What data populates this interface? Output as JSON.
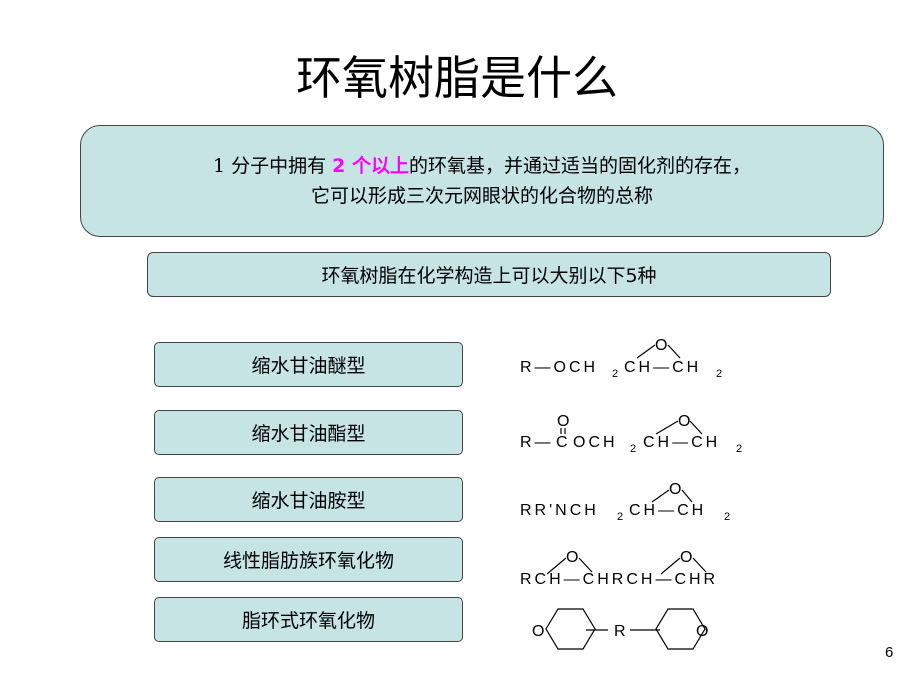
{
  "title": "环氧树脂是什么",
  "definition": {
    "line1_pre": "1 分子中拥有 ",
    "line1_highlight": "2 个以上",
    "line1_post": "的环氧基，并通过适当的固化剂的存在，",
    "line2": "它可以形成三次元网眼状的化合物的总称",
    "highlight_color": "#ff00ff"
  },
  "subtitle": "环氧树脂在化学构造上可以大别以下5种",
  "types": [
    {
      "label": "缩水甘油醚型"
    },
    {
      "label": "缩水甘油酯型"
    },
    {
      "label": "缩水甘油胺型"
    },
    {
      "label": "线性脂肪族环氧化物"
    },
    {
      "label": "脂环式环氧化物"
    }
  ],
  "formulas": {
    "f1": {
      "a": "R—OCH",
      "s1": "2",
      "b": "CH—CH",
      "s2": "2",
      "o": "O"
    },
    "f2": {
      "a": "R—",
      "c": "C",
      "b": "OCH",
      "s1": "2",
      "d": "CH—CH",
      "s2": "2",
      "o1": "O",
      "o2": "O"
    },
    "f3": {
      "a": "RR'NCH",
      "s1": "2",
      "b": "CH—CH",
      "s2": "2",
      "o": "O"
    },
    "f4": {
      "a": "RCH—CHRCH—CHR",
      "o1": "O",
      "o2": "O"
    },
    "f5": {
      "r": "R",
      "o1": "O",
      "o2": "O"
    }
  },
  "page_number": "6"
}
